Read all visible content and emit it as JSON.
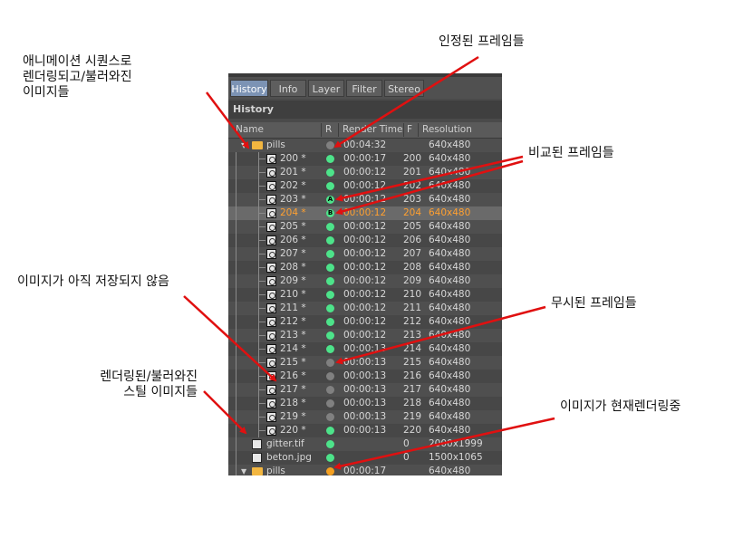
{
  "tabs": [
    {
      "label": "History",
      "active": true
    },
    {
      "label": "Info",
      "active": false
    },
    {
      "label": "Layer",
      "active": false
    },
    {
      "label": "Filter",
      "active": false
    },
    {
      "label": "Stereo",
      "active": false
    }
  ],
  "panel_title": "History",
  "columns": {
    "name": "Name",
    "r": "R",
    "render_time": "Render Time",
    "f": "F",
    "resolution": "Resolution"
  },
  "rows": [
    {
      "name": "pills",
      "type": "folder",
      "status": "none",
      "render_time": "00:04:32",
      "f": "",
      "resolution": "640x480",
      "selected": false
    },
    {
      "name": "200 *",
      "type": "frame",
      "status": "green",
      "render_time": "00:00:17",
      "f": "200",
      "resolution": "640x480",
      "selected": false
    },
    {
      "name": "201 *",
      "type": "frame",
      "status": "green",
      "render_time": "00:00:12",
      "f": "201",
      "resolution": "640x480",
      "selected": false
    },
    {
      "name": "202 *",
      "type": "frame",
      "status": "green",
      "render_time": "00:00:12",
      "f": "202",
      "resolution": "640x480",
      "selected": false
    },
    {
      "name": "203 *",
      "type": "frame",
      "status": "A",
      "render_time": "00:00:12",
      "f": "203",
      "resolution": "640x480",
      "selected": false
    },
    {
      "name": "204 *",
      "type": "frame",
      "status": "B",
      "render_time": "00:00:12",
      "f": "204",
      "resolution": "640x480",
      "selected": true
    },
    {
      "name": "205 *",
      "type": "frame",
      "status": "green",
      "render_time": "00:00:12",
      "f": "205",
      "resolution": "640x480",
      "selected": false
    },
    {
      "name": "206 *",
      "type": "frame",
      "status": "green",
      "render_time": "00:00:12",
      "f": "206",
      "resolution": "640x480",
      "selected": false
    },
    {
      "name": "207 *",
      "type": "frame",
      "status": "green",
      "render_time": "00:00:12",
      "f": "207",
      "resolution": "640x480",
      "selected": false
    },
    {
      "name": "208 *",
      "type": "frame",
      "status": "green",
      "render_time": "00:00:12",
      "f": "208",
      "resolution": "640x480",
      "selected": false
    },
    {
      "name": "209 *",
      "type": "frame",
      "status": "green",
      "render_time": "00:00:12",
      "f": "209",
      "resolution": "640x480",
      "selected": false
    },
    {
      "name": "210 *",
      "type": "frame",
      "status": "green",
      "render_time": "00:00:12",
      "f": "210",
      "resolution": "640x480",
      "selected": false
    },
    {
      "name": "211 *",
      "type": "frame",
      "status": "green",
      "render_time": "00:00:12",
      "f": "211",
      "resolution": "640x480",
      "selected": false
    },
    {
      "name": "212 *",
      "type": "frame",
      "status": "green",
      "render_time": "00:00:12",
      "f": "212",
      "resolution": "640x480",
      "selected": false
    },
    {
      "name": "213 *",
      "type": "frame",
      "status": "green",
      "render_time": "00:00:12",
      "f": "213",
      "resolution": "640x480",
      "selected": false
    },
    {
      "name": "214 *",
      "type": "frame",
      "status": "green",
      "render_time": "00:00:13",
      "f": "214",
      "resolution": "640x480",
      "selected": false
    },
    {
      "name": "215 *",
      "type": "frame",
      "status": "gray",
      "render_time": "00:00:13",
      "f": "215",
      "resolution": "640x480",
      "selected": false
    },
    {
      "name": "216 *",
      "type": "frame",
      "status": "gray",
      "render_time": "00:00:13",
      "f": "216",
      "resolution": "640x480",
      "selected": false
    },
    {
      "name": "217 *",
      "type": "frame",
      "status": "gray",
      "render_time": "00:00:13",
      "f": "217",
      "resolution": "640x480",
      "selected": false
    },
    {
      "name": "218 *",
      "type": "frame",
      "status": "gray",
      "render_time": "00:00:13",
      "f": "218",
      "resolution": "640x480",
      "selected": false
    },
    {
      "name": "219 *",
      "type": "frame",
      "status": "gray",
      "render_time": "00:00:13",
      "f": "219",
      "resolution": "640x480",
      "selected": false
    },
    {
      "name": "220 *",
      "type": "frame",
      "status": "green",
      "render_time": "00:00:13",
      "f": "220",
      "resolution": "640x480",
      "selected": false
    },
    {
      "name": "gitter.tif",
      "type": "still",
      "status": "green",
      "render_time": "",
      "f": "0",
      "resolution": "2000x1999",
      "selected": false
    },
    {
      "name": "beton.jpg",
      "type": "still",
      "status": "green",
      "render_time": "",
      "f": "0",
      "resolution": "1500x1065",
      "selected": false
    },
    {
      "name": "pills",
      "type": "folder",
      "status": "orange",
      "render_time": "00:00:17",
      "f": "",
      "resolution": "640x480",
      "selected": false
    }
  ],
  "annotations": {
    "sequence": [
      "애니메이션 시퀀스로",
      "렌더링되고/불러와진",
      "이미지들"
    ],
    "accepted": "인정된 프레임들",
    "compared": "비교된 프레임들",
    "not_saved": "이미지가 아직 저장되지 않음",
    "ignored": "무시된 프레임들",
    "stills": [
      "렌더링된/불러와진",
      "스틸 이미지들"
    ],
    "rendering": "이미지가 현재렌더링중"
  },
  "colors": {
    "accent_tab": "#7c93b4",
    "green": "#4de38a",
    "gray": "#808080",
    "orange": "#f5a020",
    "arrow": "#e01010",
    "selected_text": "#ffa030"
  }
}
